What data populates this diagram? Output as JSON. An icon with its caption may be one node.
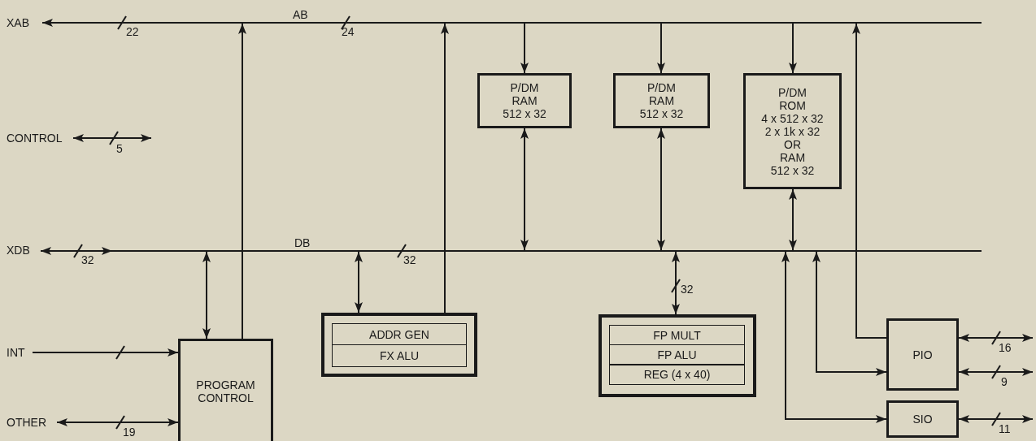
{
  "diagram": {
    "nodes": [
      {
        "text": [
          "XAB"
        ]
      },
      {
        "text": [
          "AB"
        ],
        "beside": [
          "24"
        ]
      },
      {
        "text": [
          "P/DM RAM 512 x 32"
        ]
      },
      {
        "text": [
          "P/DM RAM 512 x 32"
        ]
      },
      {
        "text": [
          "P/DM ROM",
          "4 x 512 x 32",
          "2 x 1k x 32",
          "OR",
          "RAM 512 x 32"
        ]
      },
      {
        "text": [
          "CONTROL"
        ]
      },
      {
        "text": [
          "XDB"
        ]
      },
      {
        "text": [
          "DB"
        ],
        "beside": [
          "32"
        ]
      },
      {
        "text": [],
        "shape": "box"
      },
      {
        "text": [
          "ADDR GEN"
        ],
        "in": 8
      },
      {
        "text": [
          "FX ALU"
        ],
        "in": 8
      },
      {
        "text": [],
        "shape": "box"
      },
      {
        "text": [
          "FP MULT"
        ],
        "in": 11
      },
      {
        "text": [
          "FP ALU"
        ],
        "in": 11
      },
      {
        "text": [
          "REG (4 x 40)"
        ],
        "in": 11
      },
      {
        "text": [
          "INT"
        ]
      },
      {
        "text": [
          "PROGRAM CONTROL"
        ]
      },
      {
        "text": [
          "PIO"
        ]
      },
      {
        "text": [
          "SIO"
        ]
      },
      {
        "text": [
          "OTHER"
        ]
      }
    ],
    "edges": [
      {
        "from": 1,
        "to": 0,
        "arrow": "to",
        "label": "22"
      },
      {
        "from": 1,
        "to": 2,
        "arrow": "to"
      },
      {
        "from": 1,
        "to": 3,
        "arrow": "to"
      },
      {
        "from": 1,
        "to": 4,
        "arrow": "to"
      },
      {
        "from": 2,
        "to": 7,
        "arrow": "both"
      },
      {
        "from": 3,
        "to": 7,
        "arrow": "both"
      },
      {
        "from": 4,
        "to": 7,
        "arrow": "both"
      },
      {
        "from": 5,
        "to": null,
        "arrow": "both",
        "label": "5"
      },
      {
        "from": 6,
        "to": 7,
        "arrow": "both",
        "label": "32"
      },
      {
        "from": 7,
        "to": 16,
        "arrow": "both"
      },
      {
        "from": 16,
        "to": 1,
        "arrow": "to"
      },
      {
        "from": 7,
        "to": 8,
        "arrow": "both"
      },
      {
        "from": 8,
        "to": 1,
        "arrow": "to"
      },
      {
        "from": 7,
        "to": 11,
        "arrow": "both",
        "label": "32"
      },
      {
        "from": 15,
        "to": 16,
        "arrow": "to"
      },
      {
        "from": 19,
        "to": 16,
        "arrow": "both",
        "label": "19"
      },
      {
        "from": 17,
        "to": 1,
        "arrow": "to"
      },
      {
        "from": 7,
        "to": 17,
        "arrow": "both"
      },
      {
        "from": 7,
        "to": 18,
        "arrow": "both"
      },
      {
        "from": 17,
        "to": null,
        "arrow": "both",
        "label": "16"
      },
      {
        "from": 17,
        "to": null,
        "arrow": "both",
        "label": "9"
      },
      {
        "from": 18,
        "to": null,
        "arrow": "both",
        "label": "11"
      }
    ]
  }
}
